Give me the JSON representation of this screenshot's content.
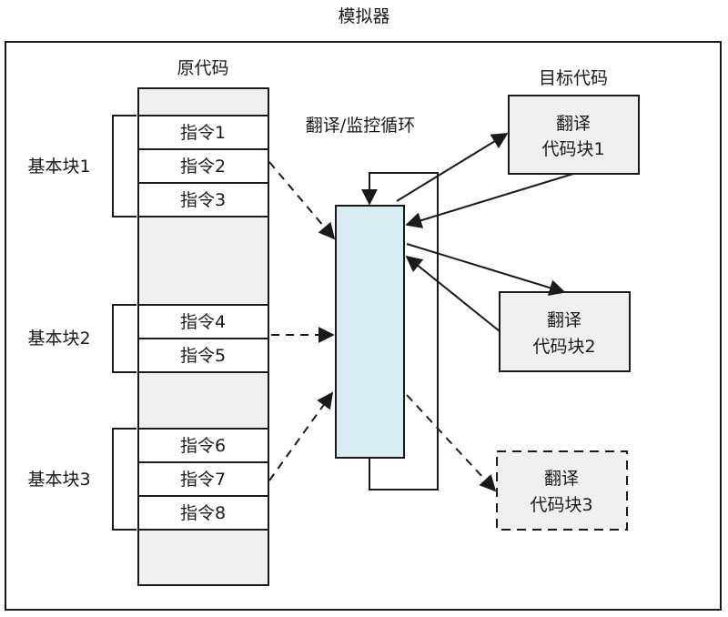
{
  "title": "模拟器",
  "source": {
    "heading": "原代码",
    "instructions": [
      "指令1",
      "指令2",
      "指令3",
      "指令4",
      "指令5",
      "指令6",
      "指令7",
      "指令8"
    ],
    "blocks": [
      "基本块1",
      "基本块2",
      "基本块3"
    ]
  },
  "monitor": {
    "label": "翻译/监控循环"
  },
  "target": {
    "heading": "目标代码",
    "blocks": [
      {
        "line1": "翻译",
        "line2": "代码块1",
        "style": "solid"
      },
      {
        "line1": "翻译",
        "line2": "代码块2",
        "style": "solid"
      },
      {
        "line1": "翻译",
        "line2": "代码块3",
        "style": "dashed"
      }
    ]
  },
  "colors": {
    "stroke": "#1a1a1a",
    "gray_fill": "#f0f0f0",
    "monitor_fill": "#daecf3"
  }
}
